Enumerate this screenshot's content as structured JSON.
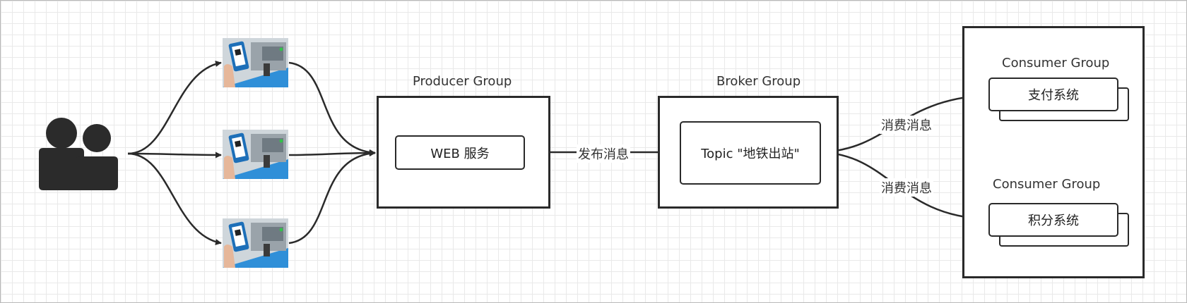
{
  "diagram": {
    "producer_group": {
      "title": "Producer Group",
      "service": "WEB 服务"
    },
    "broker_group": {
      "title": "Broker Group",
      "topic": "Topic \"地铁出站\""
    },
    "consumer_groups": [
      {
        "title": "Consumer Group",
        "system": "支付系统"
      },
      {
        "title": "Consumer Group",
        "system": "积分系统"
      }
    ],
    "edges": {
      "publish": "发布消息",
      "consume_1": "消费消息",
      "consume_2": "消费消息"
    },
    "icons": {
      "users": "users-icon",
      "turnstile": "metro-turnstile-photo"
    },
    "colors": {
      "line": "#2a2a2a",
      "grid": "#e9e9e9",
      "phone_blue": "#2f8fd8"
    }
  }
}
